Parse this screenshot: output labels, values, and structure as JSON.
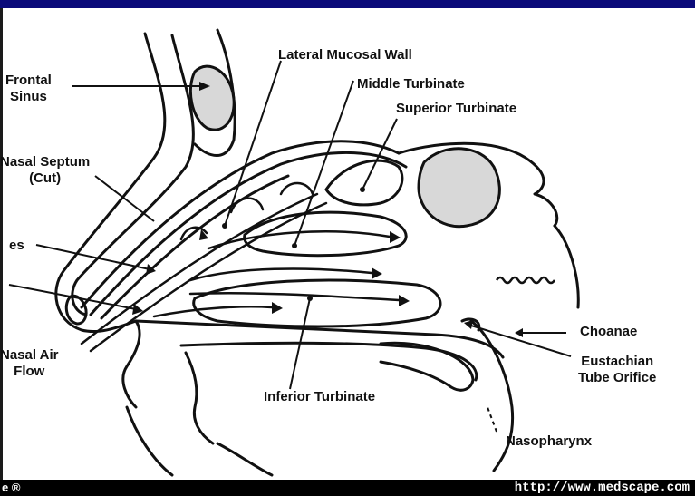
{
  "labels": {
    "frontal_sinus": [
      "Frontal",
      "Sinus"
    ],
    "nasal_septum": [
      "Nasal Septum",
      "(Cut)"
    ],
    "vestibule_partial": "es",
    "nostril_partial": "",
    "nasal_air_flow": [
      "Nasal Air",
      "Flow"
    ],
    "lateral_mucosal_wall": "Lateral Mucosal Wall",
    "middle_turbinate": "Middle Turbinate",
    "superior_turbinate": "Superior Turbinate",
    "choanae": "Choanae",
    "eustachian": [
      "Eustachian",
      "Tube Orifice"
    ],
    "inferior_turbinate": "Inferior Turbinate",
    "nasopharynx": "Nasopharynx"
  },
  "footer": {
    "left": "e ®",
    "right": "http://www.medscape.com"
  },
  "colors": {
    "top_band": "#0a0a7a",
    "bottom_band": "#000000",
    "sinus_fill": "#d8d8d8"
  }
}
